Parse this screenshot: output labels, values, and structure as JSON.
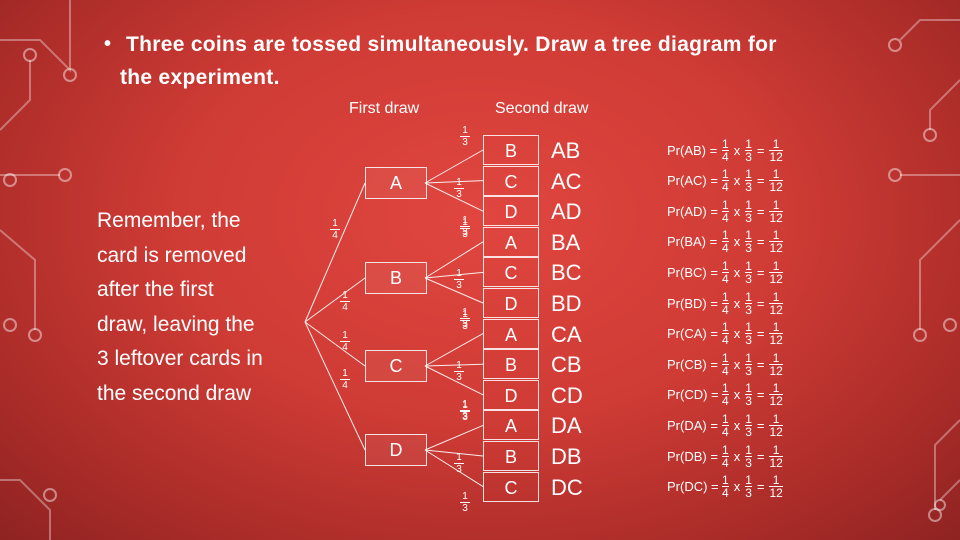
{
  "title": {
    "bullet_icon": "bullet-dot",
    "line1": "Three coins are tossed simultaneously. Draw a tree diagram for",
    "line2": "the experiment."
  },
  "headers": {
    "first": "First draw",
    "second": "Second draw"
  },
  "note": {
    "lines": [
      "Remember, the",
      "card is removed",
      "after the first",
      "draw, leaving the",
      "3 leftover cards in",
      "the second draw"
    ]
  },
  "first_draw": [
    "A",
    "B",
    "C",
    "D"
  ],
  "first_prob": {
    "num": "1",
    "den": "4"
  },
  "second_prob": {
    "num": "1",
    "den": "3"
  },
  "second_draw": [
    "B",
    "C",
    "D",
    "A",
    "C",
    "D",
    "A",
    "B",
    "D",
    "A",
    "B",
    "C"
  ],
  "outcomes": [
    "AB",
    "AC",
    "AD",
    "BA",
    "BC",
    "BD",
    "CA",
    "CB",
    "CD",
    "DA",
    "DB",
    "DC"
  ],
  "probabilities": {
    "labels": [
      "Pr(AB) =",
      "Pr(AC) =",
      "Pr(AD) =",
      "Pr(BA) =",
      "Pr(BC) =",
      "Pr(BD) =",
      "Pr(CA) =",
      "Pr(CB) =",
      "Pr(CD) =",
      "Pr(DA) =",
      "Pr(DB) =",
      "Pr(DC) ="
    ],
    "f1": {
      "num": "1",
      "den": "4"
    },
    "times": "x",
    "f2": {
      "num": "1",
      "den": "3"
    },
    "equals": "=",
    "result": {
      "num": "1",
      "den": "12"
    }
  },
  "colors": {
    "background": "#cf3b35",
    "line": "#ffffff"
  }
}
